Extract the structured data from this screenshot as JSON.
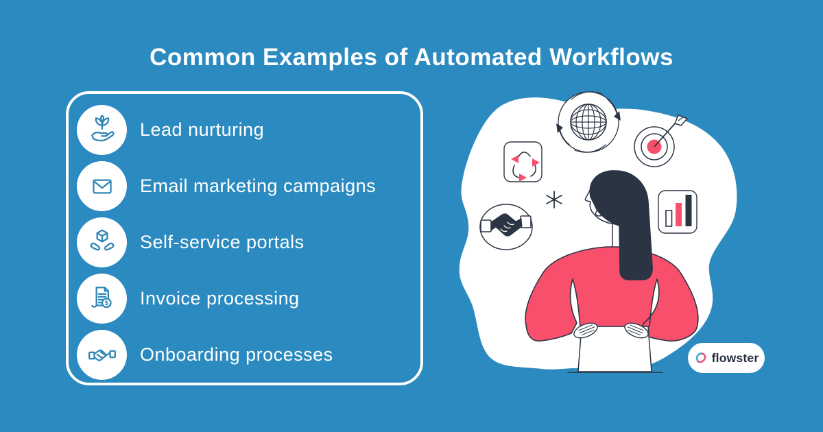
{
  "title": "Common Examples of Automated Workflows",
  "list": {
    "items": [
      {
        "label": "Lead nurturing",
        "icon": "sprout-in-hand-icon"
      },
      {
        "label": "Email marketing campaigns",
        "icon": "envelope-icon"
      },
      {
        "label": "Self-service portals",
        "icon": "hands-holding-box-icon"
      },
      {
        "label": "Invoice processing",
        "icon": "invoice-dollar-icon"
      },
      {
        "label": "Onboarding processes",
        "icon": "handshake-icon"
      }
    ]
  },
  "illustration": {
    "figure": "woman-hands-on-hips",
    "icons": [
      "globe-sync-icon",
      "recycle-icon",
      "target-arrow-icon",
      "handshake-circle-icon",
      "bar-chart-icon",
      "sparkle-icon"
    ]
  },
  "brand": {
    "logo_text": "flowster"
  },
  "colors": {
    "background": "#2B8ABF",
    "pink": "#F8506C",
    "navy": "#2B3443",
    "icon_stroke": "#2F86B6",
    "white": "#FFFFFF"
  }
}
